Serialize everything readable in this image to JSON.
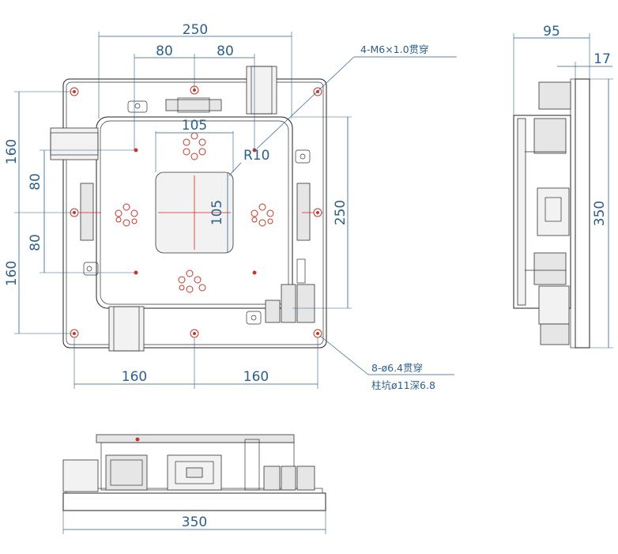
{
  "dimensions": {
    "top_width": "250",
    "top_left_80": "80",
    "top_right_80": "80",
    "inner_105_h": "105",
    "inner_105_v": "105",
    "right_250": "250",
    "left_160_top": "160",
    "left_80_top": "80",
    "left_80_bottom": "80",
    "left_160_bottom": "160",
    "bottom_160_left": "160",
    "bottom_160_right": "160",
    "radius": "R10",
    "side_width": "95",
    "side_17": "17",
    "side_height": "350",
    "front_width": "350"
  },
  "notes": {
    "thread_holes": "4-M6×1.0贯穿",
    "through_holes_line1": "8-ø6.4贯穿",
    "through_holes_line2": "柱坑ø11深6.8"
  },
  "colors": {
    "dimension": "#2c5f8a",
    "centerline": "#d42020",
    "hole": "#c0392b",
    "outline": "#222222"
  }
}
